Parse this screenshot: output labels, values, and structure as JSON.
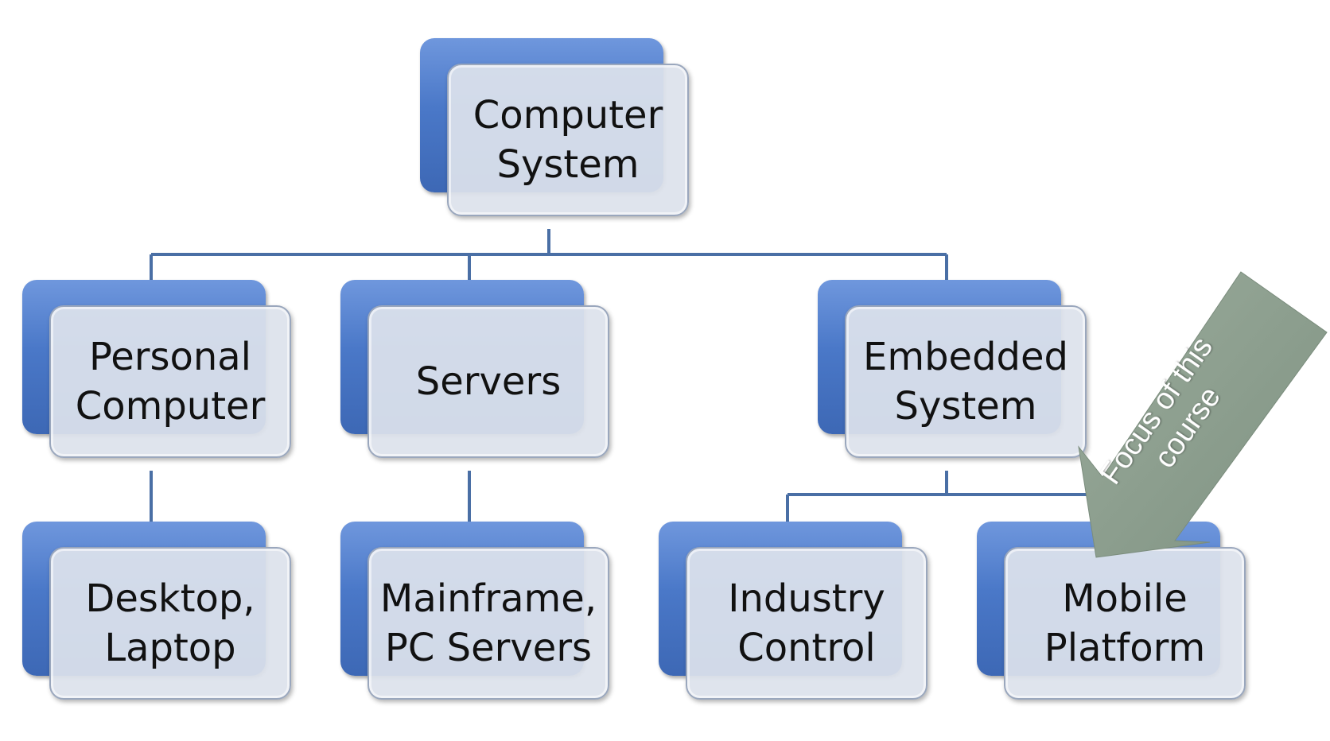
{
  "nodes": {
    "computer_system": {
      "lines": [
        "Computer",
        "System"
      ]
    },
    "personal_computer": {
      "lines": [
        "Personal",
        "Computer"
      ]
    },
    "servers": {
      "lines": [
        "Servers"
      ]
    },
    "embedded_system": {
      "lines": [
        "Embedded",
        "System"
      ]
    },
    "desktop_laptop": {
      "lines": [
        "Desktop,",
        "Laptop"
      ]
    },
    "mainframe_pc_servers": {
      "lines": [
        "Mainframe,",
        "PC Servers"
      ]
    },
    "industry_control": {
      "lines": [
        "Industry",
        "Control"
      ]
    },
    "mobile_platform": {
      "lines": [
        "Mobile",
        "Platform"
      ]
    }
  },
  "callout": {
    "lines": [
      "Focus of this",
      "course"
    ]
  },
  "colors": {
    "node_back": "#4a78c8",
    "node_front": "#dde2ec",
    "connector": "#4a6fa5",
    "arrow_fill": "#8a9d8c"
  }
}
